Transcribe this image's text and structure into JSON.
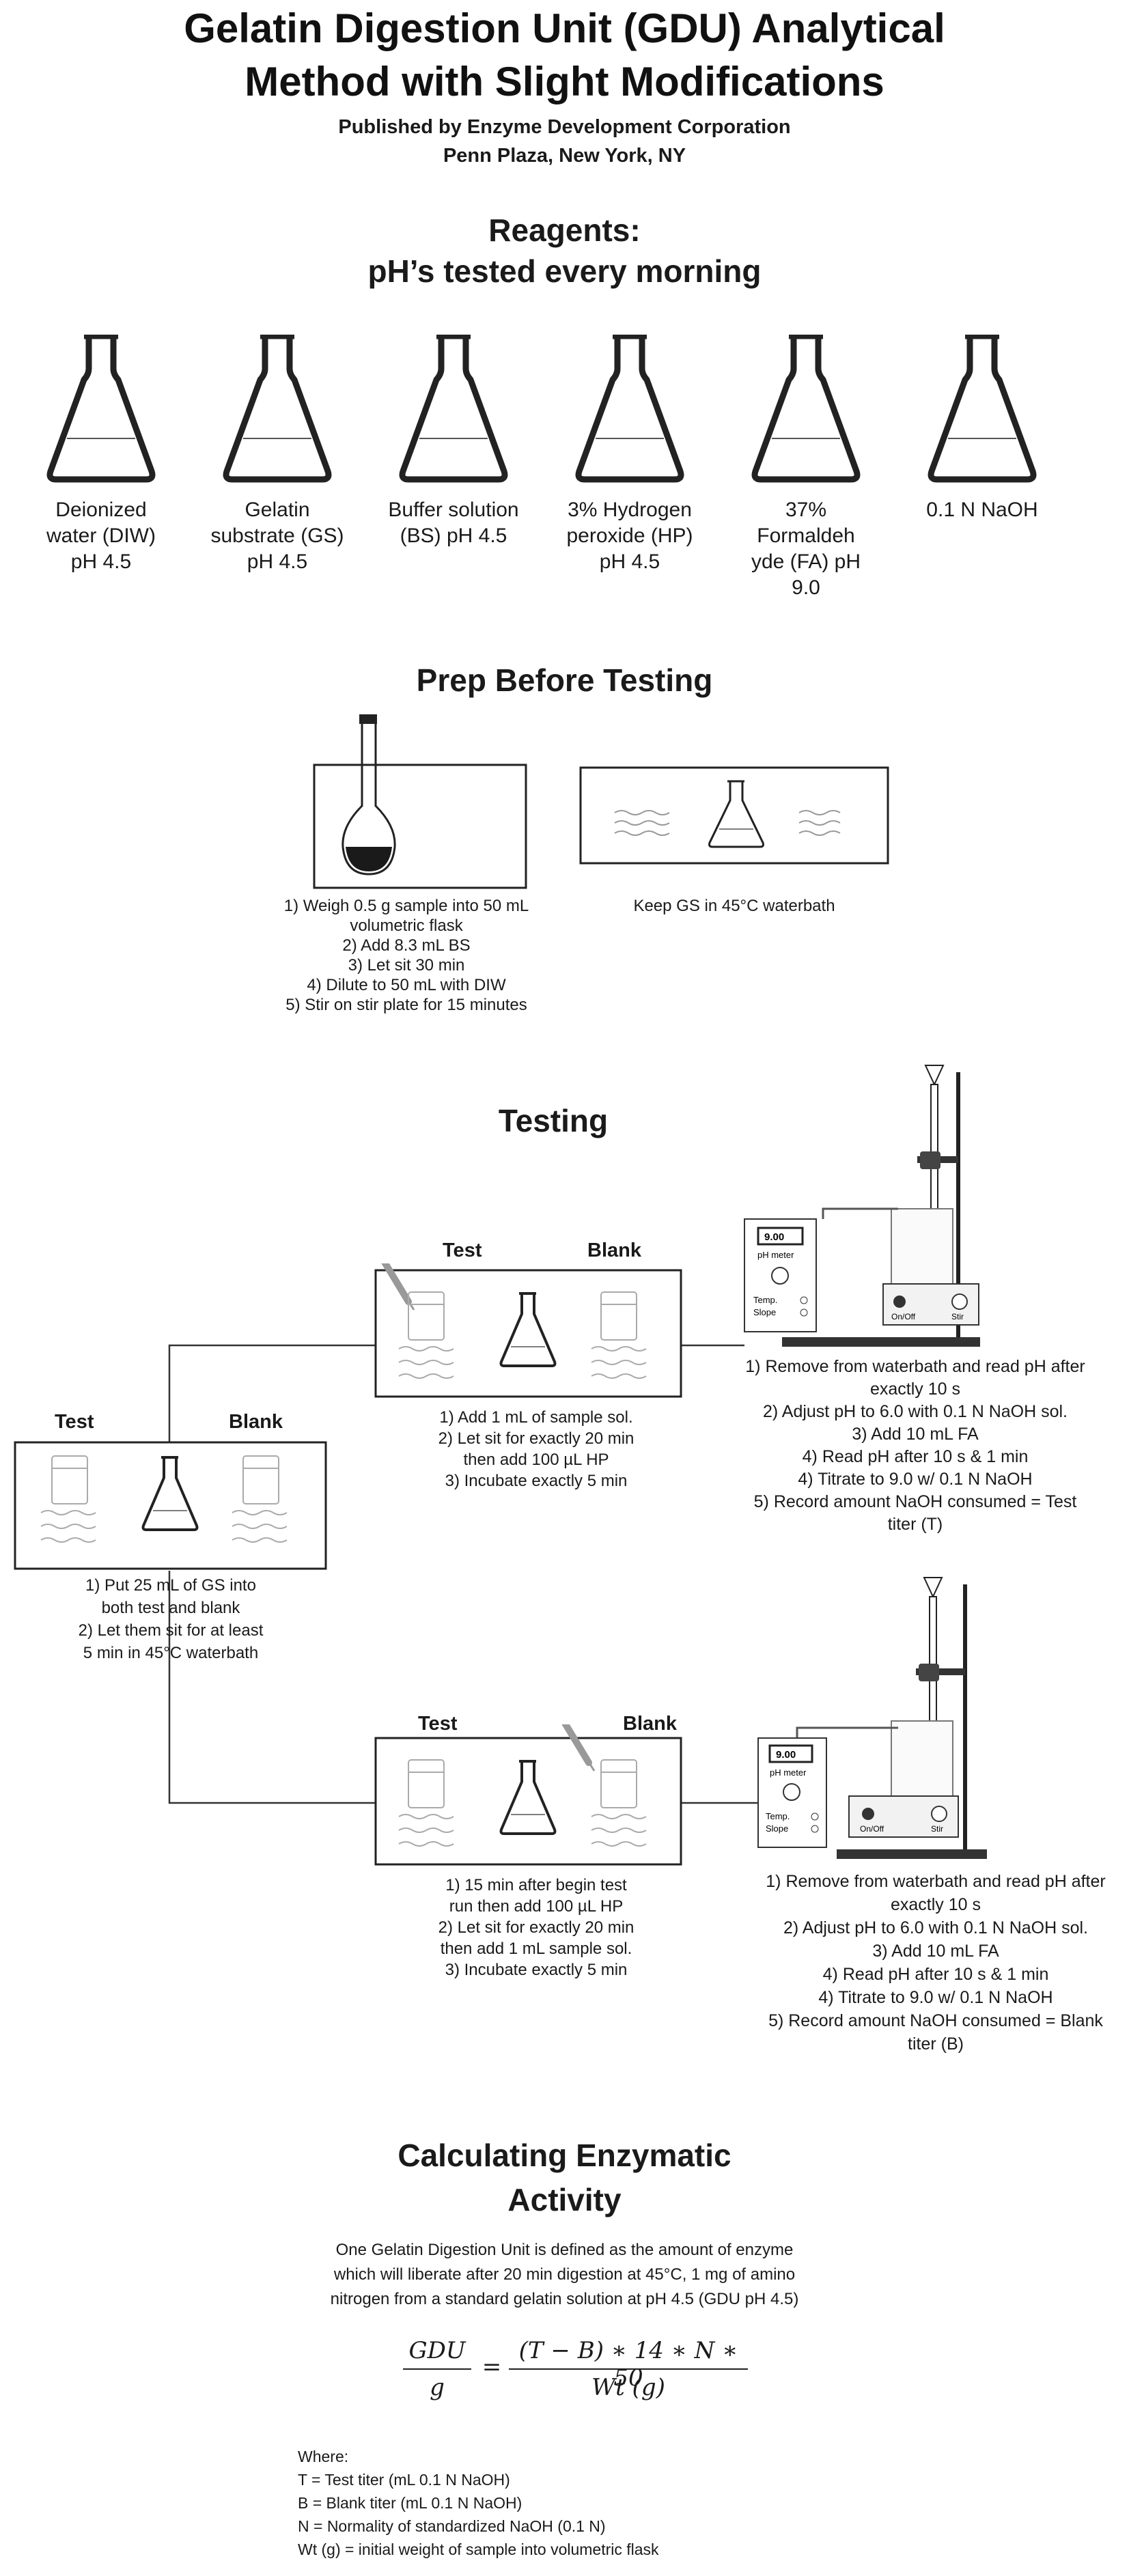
{
  "header": {
    "title_line1": "Gelatin Digestion Unit (GDU) Analytical",
    "title_line2": "Method with Slight Modifications",
    "publisher": "Published by Enzyme Development Corporation",
    "address": "Penn Plaza, New York, NY"
  },
  "reagents": {
    "heading_line1": "Reagents:",
    "heading_line2": "pH’s tested every morning",
    "items": [
      {
        "label": "Deionized water (DIW) pH 4.5"
      },
      {
        "label": "Gelatin substrate (GS) pH 4.5"
      },
      {
        "label": "Buffer solution (BS) pH 4.5"
      },
      {
        "label": "3% Hydrogen peroxide (HP) pH 4.5"
      },
      {
        "label": "37% Formaldeh yde (FA) pH 9.0"
      },
      {
        "label": "0.1 N NaOH"
      }
    ]
  },
  "prep": {
    "heading": "Prep Before Testing",
    "flask_steps": "1) Weigh 0.5 g sample into 50 mL\nvolumetric flask\n2) Add 8.3 mL BS\n3) Let sit 30 min\n4) Dilute to 50 mL with DIW\n5) Stir on stir plate for 15 minutes",
    "waterbath_caption": "Keep GS in 45°C waterbath"
  },
  "testing": {
    "heading": "Testing",
    "start_box": {
      "test_label": "Test",
      "blank_label": "Blank",
      "steps": "1) Put 25 mL of GS into\nboth test and blank\n2) Let them sit for at least\n5 min in 45°C waterbath"
    },
    "test_box": {
      "test_label": "Test",
      "blank_label": "Blank",
      "steps": "1) Add 1 mL of sample sol.\n2) Let sit for exactly 20 min\nthen add 100 µL HP\n3) Incubate exactly 5 min"
    },
    "blank_box": {
      "test_label": "Test",
      "blank_label": "Blank",
      "steps": "1) 15 min after begin test\nrun then add 100 µL HP\n2) Let sit for exactly 20 min\nthen add 1 mL sample sol.\n3) Incubate exactly 5 min"
    },
    "ph_meter": {
      "display": "9.00",
      "label": "pH meter",
      "temp": "Temp.",
      "slope": "Slope",
      "onoff": "On/Off",
      "stir": "Stir"
    },
    "titration_test_steps": "1) Remove from waterbath and read pH after\nexactly 10 s\n2) Adjust pH to 6.0 with 0.1 N NaOH sol.\n3) Add 10 mL FA\n4) Read pH after 10 s & 1 min\n4) Titrate to 9.0 w/ 0.1 N NaOH\n5) Record amount NaOH consumed = Test\ntiter (T)",
    "titration_blank_steps": "1) Remove from waterbath and read pH after\nexactly 10 s\n2) Adjust pH to 6.0 with 0.1 N NaOH sol.\n3) Add 10 mL FA\n4) Read pH after 10 s & 1 min\n4) Titrate to 9.0 w/ 0.1 N NaOH\n5) Record amount NaOH consumed = Blank\ntiter (B)"
  },
  "calc": {
    "heading_line1": "Calculating Enzymatic",
    "heading_line2": "Activity",
    "definition": "One Gelatin Digestion Unit is defined as the amount of enzyme\nwhich will liberate after 20 min digestion at 45°C, 1 mg of amino\nnitrogen from a standard gelatin solution at pH 4.5 (GDU pH 4.5)",
    "formula_lhs_num": "GDU",
    "formula_lhs_den": "g",
    "formula_eq": "=",
    "formula_rhs_num": "(T − B) ∗ 14 ∗ N ∗ 50",
    "formula_rhs_den": "Wt (g)",
    "where": "Where:\nT = Test titer (mL 0.1 N NaOH)\nB = Blank titer (mL 0.1 N NaOH)\nN = Normality of standardized NaOH (0.1 N)\nWt (g) = initial weight of sample into volumetric flask"
  }
}
